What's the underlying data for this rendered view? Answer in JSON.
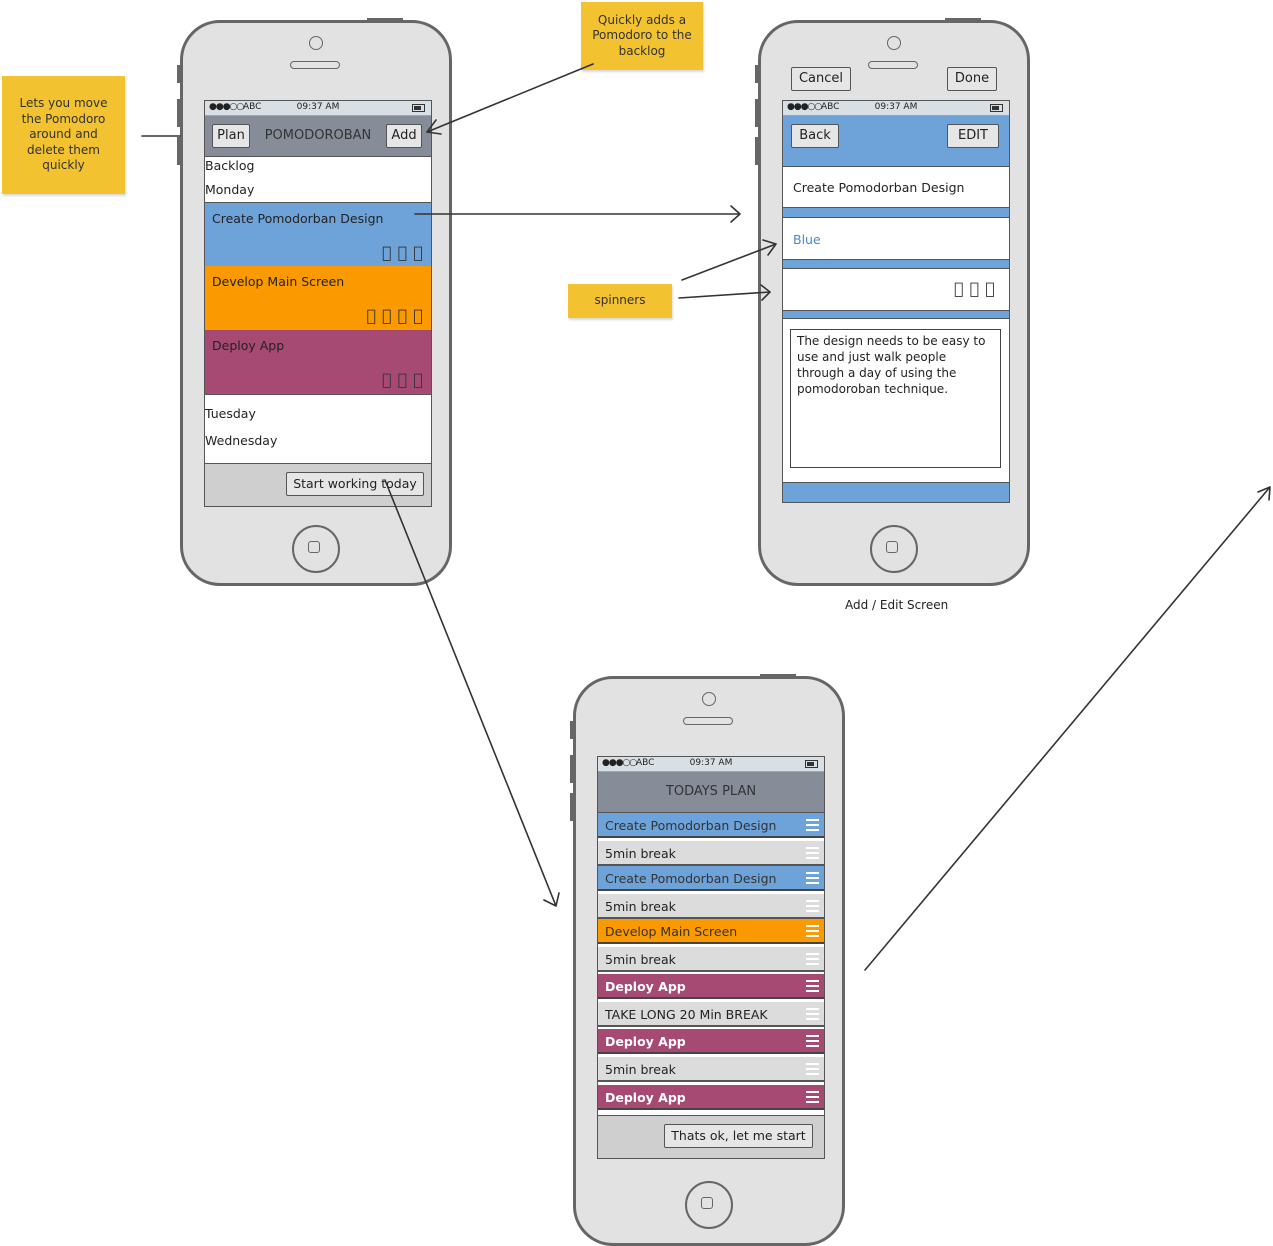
{
  "notes": {
    "left": "Lets you move the Pomodoro around and delete them quickly",
    "top": "Quickly adds a Pomodoro to the backlog",
    "spinners": "spinners"
  },
  "status_bar": {
    "signal": "●●●○○",
    "carrier": "ABC",
    "time": "09:37 AM"
  },
  "main_screen": {
    "plan_button": "Plan",
    "title": "POMODOROBAN",
    "add_button": "Add",
    "sections": {
      "backlog": "Backlog",
      "monday": "Monday",
      "tuesday": "Tuesday",
      "wednesday": "Wednesday"
    },
    "cards": [
      {
        "title": "Create Pomodorban Design",
        "pomodoros": 3,
        "color": "#6ea3d9"
      },
      {
        "title": "Develop Main Screen",
        "pomodoros": 4,
        "color": "#fb9a00"
      },
      {
        "title": "Deploy App",
        "pomodoros": 3,
        "color": "#a64a74"
      }
    ],
    "start_button": "Start working today"
  },
  "edit_screen": {
    "cancel_button": "Cancel",
    "done_button": "Done",
    "back_button": "Back",
    "edit_button": "EDIT",
    "task_name": "Create Pomodorban Design",
    "color_value": "Blue",
    "pomodoros": 3,
    "description": "The design needs to be easy to use and just walk people through a day of using the pomodoroban technique.",
    "caption": "Add / Edit Screen"
  },
  "plan_screen": {
    "title": "TODAYS PLAN",
    "rows": [
      {
        "label": "Create Pomodorban Design",
        "kind": "blue"
      },
      {
        "label": "5min break",
        "kind": "gray"
      },
      {
        "label": "Create Pomodorban Design",
        "kind": "blue"
      },
      {
        "label": "5min break",
        "kind": "gray"
      },
      {
        "label": "Develop Main Screen",
        "kind": "orange"
      },
      {
        "label": "5min break",
        "kind": "gray"
      },
      {
        "label": "Deploy App",
        "kind": "purple"
      },
      {
        "label": "TAKE LONG 20 Min BREAK",
        "kind": "gray"
      },
      {
        "label": "Deploy App",
        "kind": "purple"
      },
      {
        "label": "5min break",
        "kind": "gray"
      },
      {
        "label": "Deploy App",
        "kind": "purple"
      }
    ],
    "start_button": "Thats ok, let me start"
  },
  "colors": {
    "blue": "#6ea3d9",
    "orange": "#fb9a00",
    "purple": "#a64a74",
    "header_gray": "#878c99",
    "sticky": "#f2c230"
  }
}
